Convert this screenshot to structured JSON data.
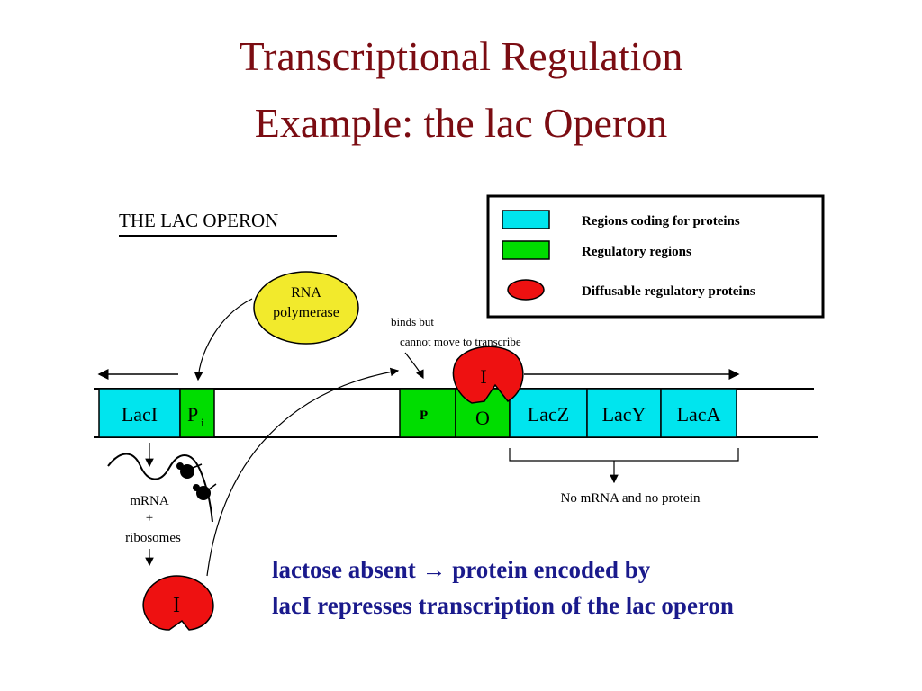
{
  "slide": {
    "title_line_1": "Transcriptional Regulation",
    "title_line_2": "Example: the lac Operon"
  },
  "diagram": {
    "heading": "THE LAC OPERON",
    "legend": [
      {
        "label": "Regions coding for proteins",
        "color": "#00e5ee",
        "shape": "rect"
      },
      {
        "label": "Regulatory regions",
        "color": "#00dd00",
        "shape": "rect"
      },
      {
        "label": "Diffusable regulatory proteins",
        "color": "#ee1111",
        "shape": "ellipse"
      }
    ],
    "rna_polymerase_label_1": "RNA",
    "rna_polymerase_label_2": "polymerase",
    "binds_note_1": "binds but",
    "binds_note_2": "cannot move to transcribe",
    "genes": {
      "laci": "LacI",
      "pi": "P",
      "pi_sub": "i",
      "p": "P",
      "o": "O",
      "lacz": "LacZ",
      "lacy": "LacY",
      "laca": "LacA"
    },
    "repressor_bound_label": "I",
    "repressor_free_label": "I",
    "mrna_label": "mRNA",
    "plus_label": "+",
    "ribosomes_label": "ribosomes",
    "no_product_label": "No mRNA and no protein"
  },
  "caption": {
    "line_1_part_1": "lactose absent",
    "arrow": "→",
    "line_1_part_2": "protein encoded by",
    "line_2": "lacI represses transcription of the lac operon"
  }
}
